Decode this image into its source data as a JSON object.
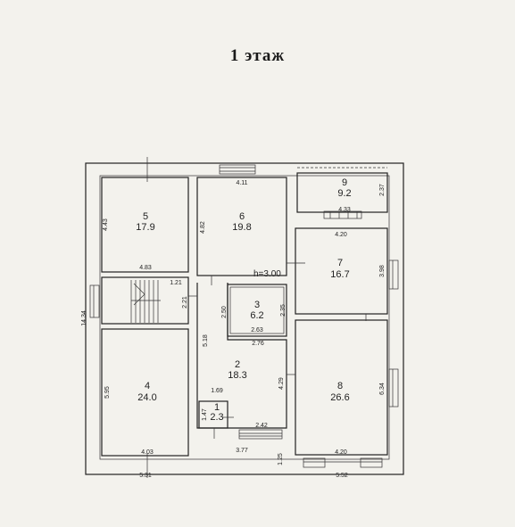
{
  "title": "1   этаж",
  "ceiling_height": "h=3.00",
  "rooms": [
    {
      "num": "1",
      "area": "2.3"
    },
    {
      "num": "2",
      "area": "18.3"
    },
    {
      "num": "3",
      "area": "6.2"
    },
    {
      "num": "4",
      "area": "24.0"
    },
    {
      "num": "5",
      "area": "17.9"
    },
    {
      "num": "6",
      "area": "19.8"
    },
    {
      "num": "7",
      "area": "16.7"
    },
    {
      "num": "8",
      "area": "26.6"
    },
    {
      "num": "9",
      "area": "9.2"
    }
  ],
  "dimensions": {
    "d_4_11": "4.11",
    "d_2_37": "2.37",
    "d_4_33": "4.33",
    "d_4_43": "4.43",
    "d_4_82": "4.82",
    "d_4_20_top": "4.20",
    "d_3_98": "3.98",
    "d_4_83": "4.83",
    "d_1_21": "1.21",
    "d_2_21": "2.21",
    "d_2_50": "2.50",
    "d_2_35": "2.35",
    "d_14_34": "14.34",
    "d_2_63": "2.63",
    "d_5_18": "5.18",
    "d_2_76": "2.76",
    "d_5_95": "5.95",
    "d_4_29": "4.29",
    "d_6_34": "6.34",
    "d_1_69": "1.69",
    "d_1_47": "1.47",
    "d_2_42": "2.42",
    "d_4_03": "4.03",
    "d_3_77": "3.77",
    "d_1_25": "1.25",
    "d_4_20_bottom": "4.20",
    "d_5_31": "5.31",
    "d_5_52": "5.52"
  }
}
